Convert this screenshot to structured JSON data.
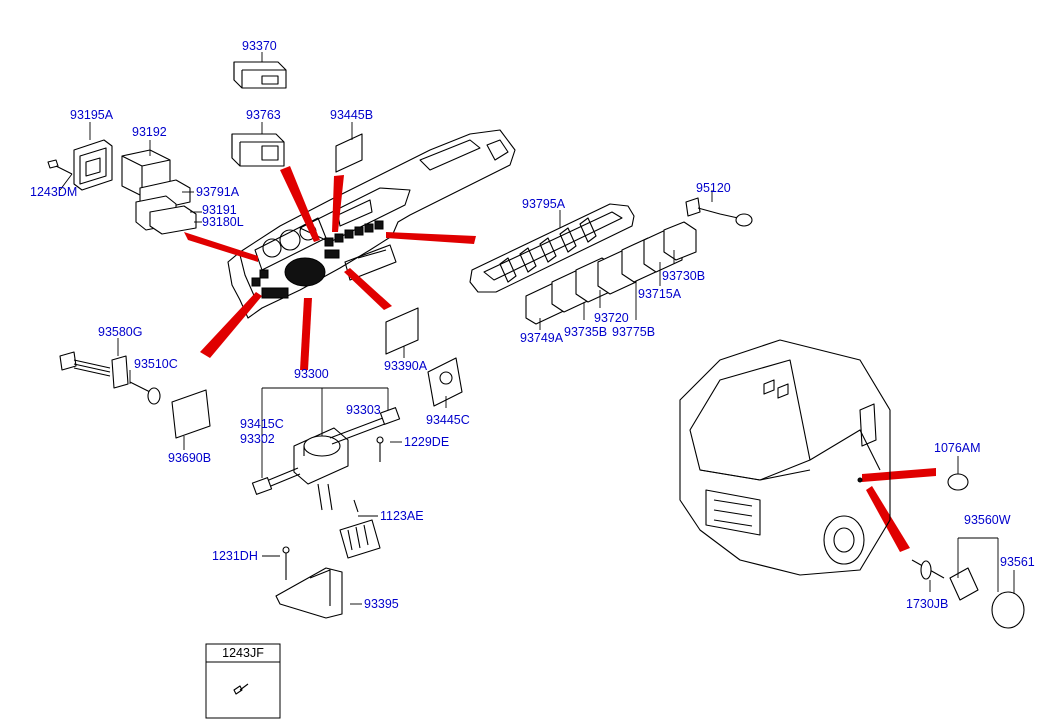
{
  "labels": {
    "p93370": "93370",
    "p93763": "93763",
    "p93445B": "93445B",
    "p93195A": "93195A",
    "p93192": "93192",
    "p1243DM": "1243DM",
    "p93791A": "93791A",
    "p93191": "93191",
    "p93180L": "93180L",
    "p93795A": "93795A",
    "p95120": "95120",
    "p93730B": "93730B",
    "p93715A": "93715A",
    "p93720": "93720",
    "p93749A": "93749A",
    "p93735B": "93735B",
    "p93775B": "93775B",
    "p93580G": "93580G",
    "p93510C": "93510C",
    "p93690B": "93690B",
    "p93390A": "93390A",
    "p93445C": "93445C",
    "p93300": "93300",
    "p93303": "93303",
    "p93415C": "93415C",
    "p93302": "93302",
    "p1229DE": "1229DE",
    "p1123AE": "1123AE",
    "p1231DH": "1231DH",
    "p93395": "93395",
    "p1076AM": "1076AM",
    "p93560W": "93560W",
    "p93561": "93561",
    "p1730JB": "1730JB"
  },
  "legend_box": {
    "title": "1243JF"
  },
  "colors": {
    "label": "#0000cc",
    "pointer": "#e00000",
    "line": "#000000"
  }
}
